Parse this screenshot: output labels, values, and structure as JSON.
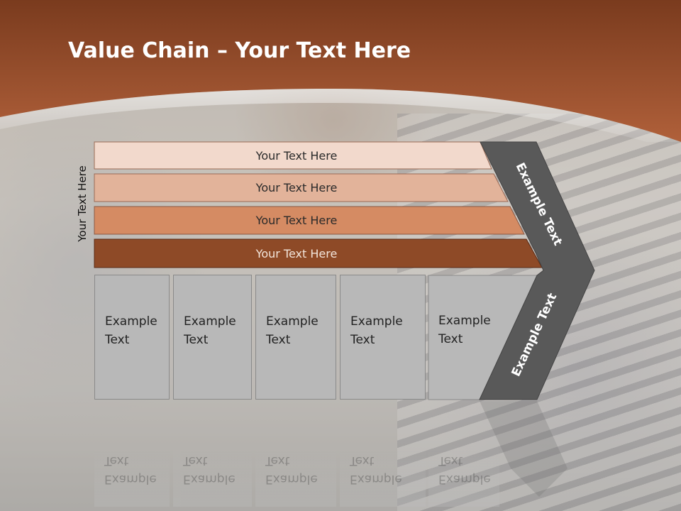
{
  "slide": {
    "title_bold": "Value Chain",
    "title_rest": " – Your Text Here",
    "side_label": "Your Text Here",
    "bars": [
      {
        "label": "Your Text Here",
        "color": "#f2d9cc"
      },
      {
        "label": "Your Text Here",
        "color": "#e2b39a"
      },
      {
        "label": "Your Text Here",
        "color": "#d58b63"
      },
      {
        "label": "Your Text Here",
        "color": "#8e4a27"
      }
    ],
    "boxes": [
      {
        "line1": "Example",
        "line2": "Text"
      },
      {
        "line1": "Example",
        "line2": "Text"
      },
      {
        "line1": "Example",
        "line2": "Text"
      },
      {
        "line1": "Example",
        "line2": "Text"
      },
      {
        "line1": "Example",
        "line2": "Text"
      }
    ],
    "arrow_upper": "Example Text",
    "arrow_lower": "Example Text",
    "colors": {
      "header": "#8a4324",
      "arrow": "#595959",
      "box": "#b8b8b8"
    }
  }
}
